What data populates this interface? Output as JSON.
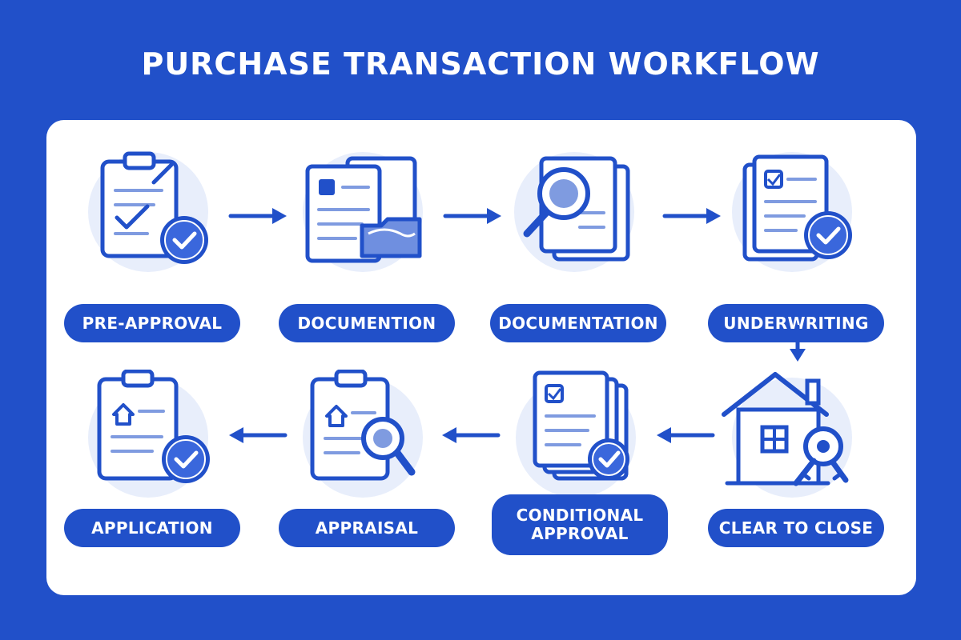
{
  "title": "PURCHASE TRANSACTION WORKFLOW",
  "steps": {
    "pre_approval": {
      "label": "PRE-APPROVAL",
      "icon": "clipboard-check-icon"
    },
    "documention": {
      "label": "DOCUMENTION",
      "icon": "documents-folder-icon"
    },
    "documentation": {
      "label": "DOCUMENTATION",
      "icon": "document-magnifier-icon"
    },
    "underwriting": {
      "label": "UNDERWRITING",
      "icon": "document-check-icon"
    },
    "clear_to_close": {
      "label": "CLEAR TO CLOSE",
      "icon": "house-key-icon"
    },
    "conditional_approval": {
      "label": "CONDITIONAL APPROVAL",
      "icon": "document-stack-check-icon"
    },
    "appraisal": {
      "label": "APPRAISAL",
      "icon": "clipboard-magnifier-icon"
    },
    "application": {
      "label": "APPLICATION",
      "icon": "clipboard-house-check-icon"
    }
  },
  "colors": {
    "primary": "#2150c9",
    "light": "#e8eefb",
    "panel": "#ffffff"
  }
}
